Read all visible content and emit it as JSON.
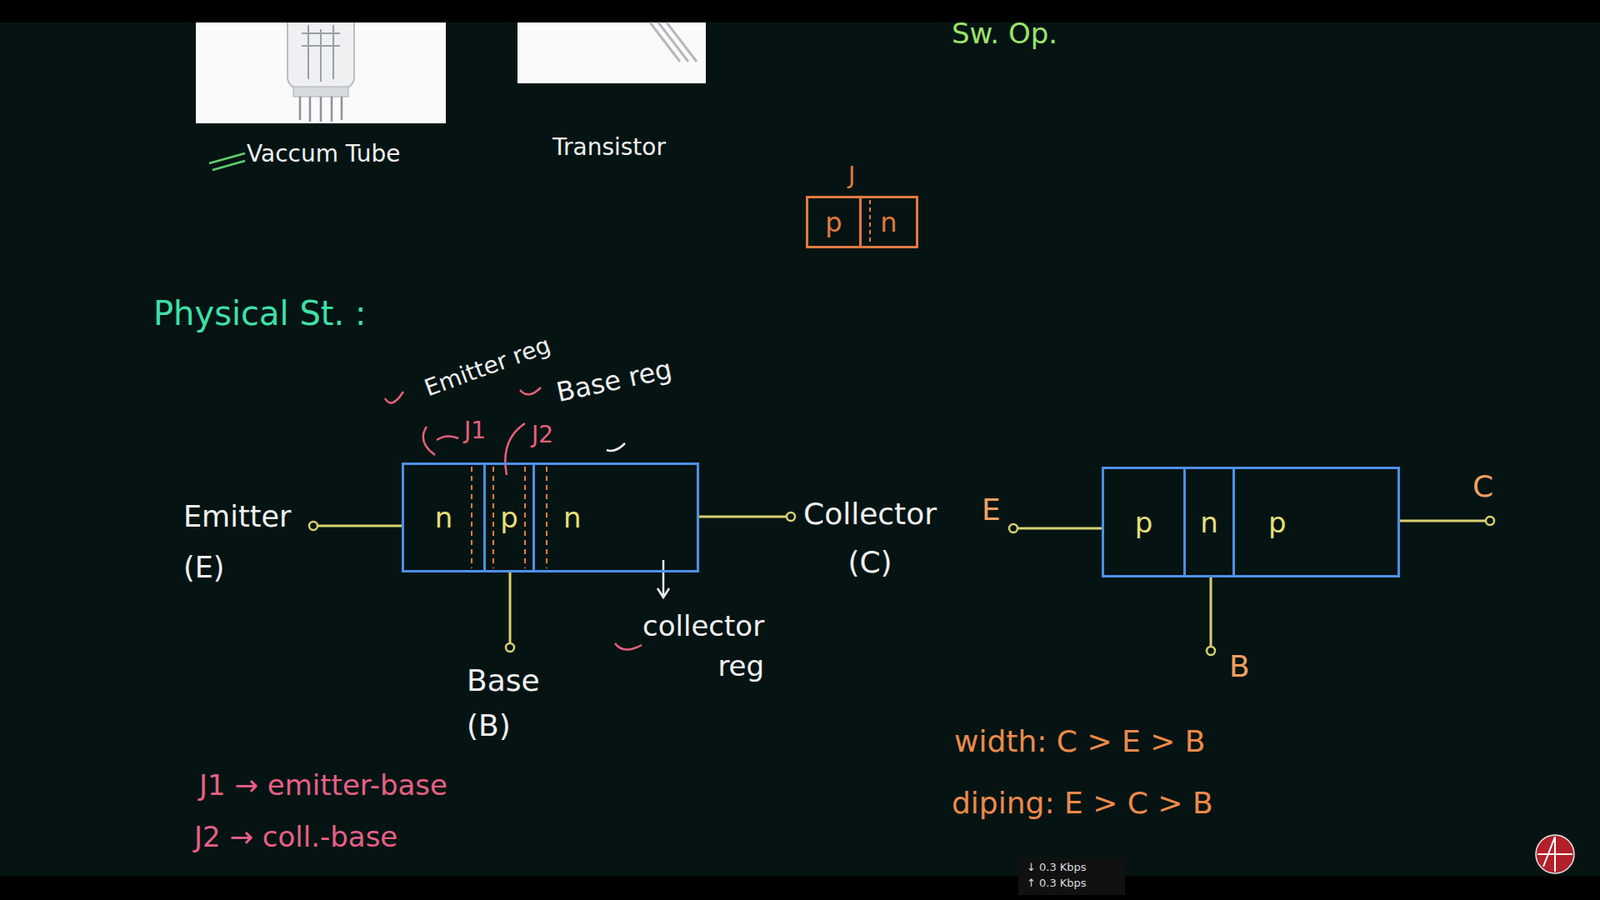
{
  "diagram": {
    "nodes": [
      {
        "text": [
          "p"
        ]
      },
      {
        "text": [
          "n"
        ]
      },
      {
        "text": [
          "n"
        ]
      },
      {
        "text": [
          "p"
        ]
      },
      {
        "text": [
          "n"
        ]
      },
      {
        "text": [
          "p"
        ]
      },
      {
        "text": [
          "n"
        ]
      },
      {
        "text": [
          "p"
        ]
      }
    ],
    "labels": [
      "Sw. Op.",
      "Vaccum Tube",
      "Transistor",
      "J",
      "Physical St. :",
      "Emitter reg",
      "Base reg",
      "J1",
      "J2",
      "Emitter (E)",
      "Collector (C)",
      "Base (B)",
      "collector reg",
      "E",
      "C",
      "B",
      "width: C > E > B",
      "diping: E > C > B",
      "J1 → emitter-base",
      "J2 → coll.-base",
      "↓ 0.3 Kbps",
      "↑ 0.3 Kbps"
    ]
  }
}
